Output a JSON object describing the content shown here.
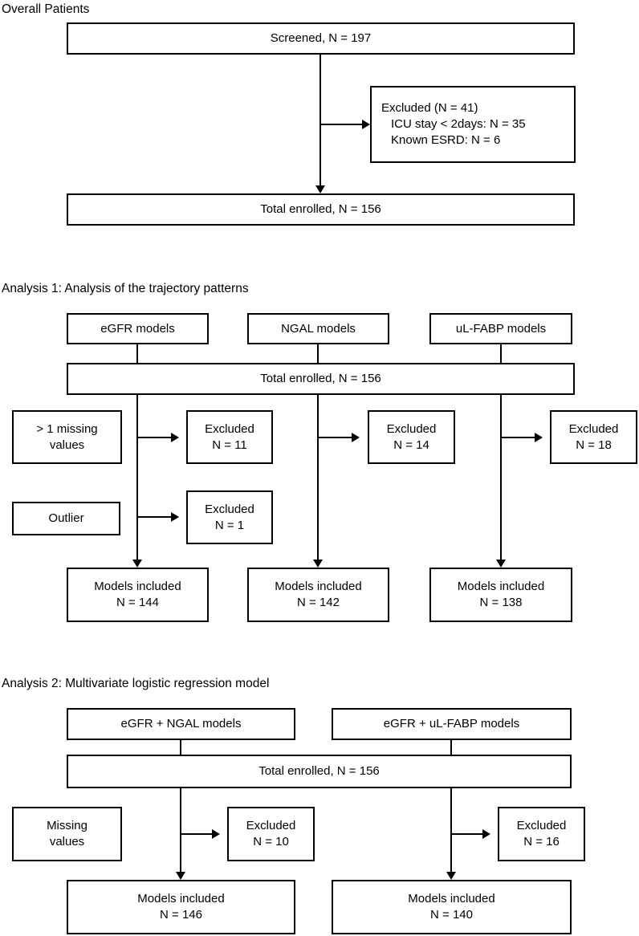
{
  "figure": {
    "type": "flowchart",
    "description": "Patient enrollment and model-inclusion flow diagram"
  },
  "sections": [
    {
      "title": "Overall Patients",
      "nodes": [
        {
          "name": "screened",
          "lines": [
            "Screened, N = 197"
          ]
        },
        {
          "name": "excluded-overall",
          "lines": [
            "Excluded (N = 41)",
            "ICU stay < 2days: N = 35",
            "Known ESRD: N = 6"
          ]
        },
        {
          "name": "total-enrolled",
          "lines": [
            "Total enrolled, N = 156"
          ]
        }
      ]
    },
    {
      "title": "Analysis 1: Analysis of the trajectory patterns",
      "nodes": [
        {
          "name": "egfr-models",
          "lines": [
            "eGFR models"
          ]
        },
        {
          "name": "ngal-models",
          "lines": [
            "NGAL models"
          ]
        },
        {
          "name": "ulfabp-models",
          "lines": [
            "uL-FABP models"
          ]
        },
        {
          "name": "total-enrolled",
          "lines": [
            "Total enrolled, N = 156"
          ]
        },
        {
          "name": "missing-values-criterion",
          "lines": [
            "> 1 missing",
            "values"
          ]
        },
        {
          "name": "excluded-egfr-missing",
          "lines": [
            "Excluded",
            "N = 11"
          ]
        },
        {
          "name": "excluded-ngal-missing",
          "lines": [
            "Excluded",
            "N = 14"
          ]
        },
        {
          "name": "excluded-ulfabp-missing",
          "lines": [
            "Excluded",
            "N = 18"
          ]
        },
        {
          "name": "outlier-criterion",
          "lines": [
            "Outlier"
          ]
        },
        {
          "name": "excluded-egfr-outlier",
          "lines": [
            "Excluded",
            "N = 1"
          ]
        },
        {
          "name": "included-egfr",
          "lines": [
            "Models included",
            "N = 144"
          ]
        },
        {
          "name": "included-ngal",
          "lines": [
            "Models included",
            "N = 142"
          ]
        },
        {
          "name": "included-ulfabp",
          "lines": [
            "Models included",
            "N = 138"
          ]
        }
      ]
    },
    {
      "title": "Analysis 2: Multivariate logistic regression model",
      "nodes": [
        {
          "name": "egfr-ngal-models",
          "lines": [
            "eGFR + NGAL models"
          ]
        },
        {
          "name": "egfr-ulfabp-models",
          "lines": [
            "eGFR + uL-FABP models"
          ]
        },
        {
          "name": "total-enrolled",
          "lines": [
            "Total enrolled, N = 156"
          ]
        },
        {
          "name": "missing-values-criterion",
          "lines": [
            "Missing",
            "values"
          ]
        },
        {
          "name": "excluded-egfr-ngal",
          "lines": [
            "Excluded",
            "N = 10"
          ]
        },
        {
          "name": "excluded-egfr-ulfabp",
          "lines": [
            "Excluded",
            "N = 16"
          ]
        },
        {
          "name": "included-egfr-ngal",
          "lines": [
            "Models included",
            "N = 146"
          ]
        },
        {
          "name": "included-egfr-ulfabp",
          "lines": [
            "Models included",
            "N = 140"
          ]
        }
      ]
    }
  ],
  "colors": {
    "stroke": "#000000",
    "fill": "#ffffff",
    "text": "#000000"
  }
}
